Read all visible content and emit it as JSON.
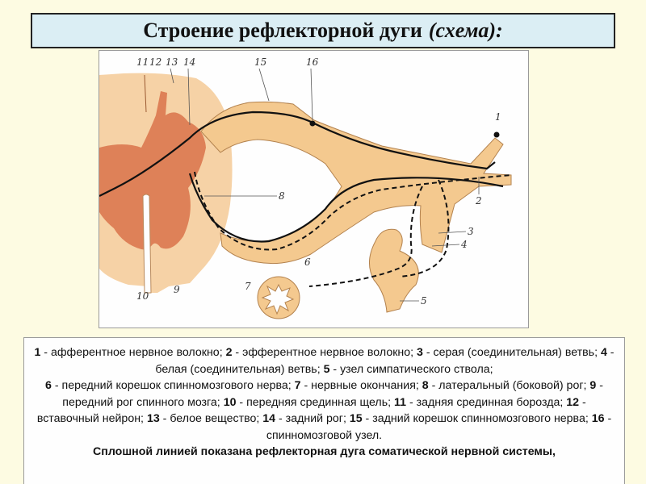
{
  "title": {
    "main": "Строение рефлекторной дуги",
    "sub": "(схема):"
  },
  "figure_labels": [
    "1",
    "2",
    "3",
    "4",
    "5",
    "6",
    "7",
    "8",
    "9",
    "10",
    "11",
    "12",
    "13",
    "14",
    "15",
    "16"
  ],
  "legend": {
    "line1": [
      {
        "n": "1",
        "t": " - афферентное нервное волокно; "
      },
      {
        "n": "2",
        "t": " - эфферентное нервное волокно; "
      },
      {
        "n": "3",
        "t": " - серая (соединительная) ветвь; "
      },
      {
        "n": "4",
        "t": " - белая (соединительная) ветвь; "
      },
      {
        "n": "5",
        "t": " - узел симпатического ствола;"
      }
    ],
    "line2": [
      {
        "n": "6",
        "t": " - передний корешок спинномозгового нерва; "
      },
      {
        "n": "7",
        "t": " - нервные окончания; "
      },
      {
        "n": "8",
        "t": " - латеральный (боковой) рог; "
      },
      {
        "n": "9",
        "t": " - передний рог спинного мозга; "
      },
      {
        "n": "10",
        "t": " - передняя срединная щель; "
      },
      {
        "n": "11",
        "t": " - задняя срединная борозда; "
      },
      {
        "n": "12",
        "t": " - вставочный нейрон; "
      },
      {
        "n": "13",
        "t": " - белое вещество; "
      },
      {
        "n": "14",
        "t": " - задний рог; "
      },
      {
        "n": "15",
        "t": " - задний корешок спинномозгового нерва; "
      },
      {
        "n": "16",
        "t": " - спинномозговой узел."
      }
    ],
    "footer": "Сплошной линией показана рефлекторная дуга соматической нервной системы,"
  },
  "colors": {
    "white_matter": "#f6d2a6",
    "grey_matter": "#d9734a",
    "nerve": "#f4c98f",
    "background": "#fdfbe2",
    "title_bg": "#dbeef4"
  }
}
